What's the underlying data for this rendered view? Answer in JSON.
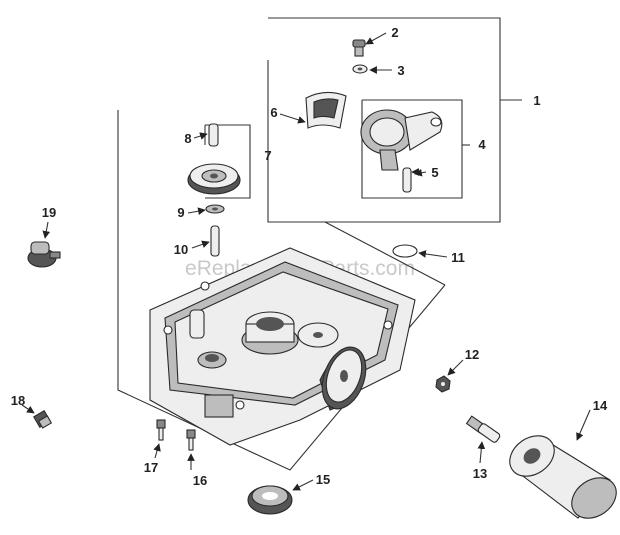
{
  "watermark": "eReplacementParts.com",
  "callouts": {
    "c1": "1",
    "c2": "2",
    "c3": "3",
    "c4": "4",
    "c5": "5",
    "c6": "6",
    "c7": "7",
    "c8": "8",
    "c9": "9",
    "c10": "10",
    "c11": "11",
    "c12": "12",
    "c13": "13",
    "c14": "14",
    "c15": "15",
    "c16": "16",
    "c17": "17",
    "c18": "18",
    "c19": "19"
  },
  "colors": {
    "line": "#333333",
    "part_light": "#eeeeee",
    "part_mid": "#bdbdbd",
    "part_dark": "#555555",
    "watermark": "#c9c9c9"
  }
}
